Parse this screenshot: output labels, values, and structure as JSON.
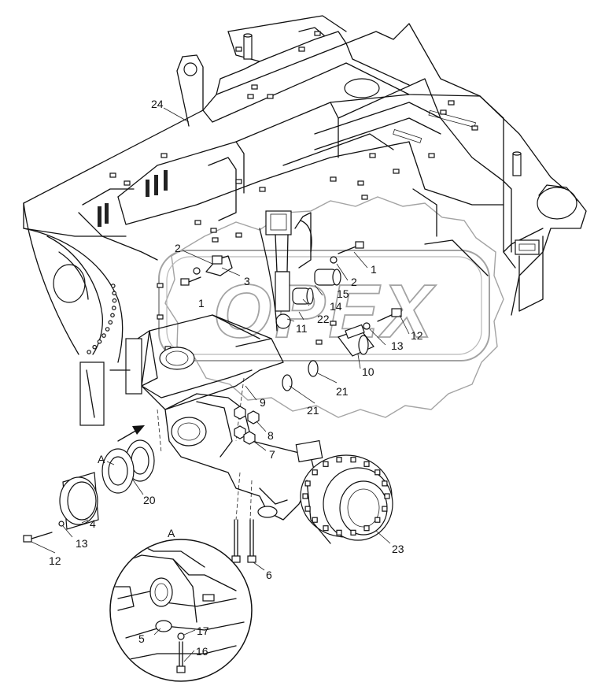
{
  "watermark": {
    "text": "OPEX"
  },
  "detail": {
    "label": "A"
  },
  "callouts": [
    {
      "id": "c24",
      "text": "24"
    },
    {
      "id": "c2a",
      "text": "2"
    },
    {
      "id": "c3",
      "text": "3"
    },
    {
      "id": "c1a",
      "text": "1"
    },
    {
      "id": "c1b",
      "text": "1"
    },
    {
      "id": "c2b",
      "text": "2"
    },
    {
      "id": "c15",
      "text": "15"
    },
    {
      "id": "c14",
      "text": "14"
    },
    {
      "id": "c22",
      "text": "22"
    },
    {
      "id": "c11",
      "text": "11"
    },
    {
      "id": "c12a",
      "text": "12"
    },
    {
      "id": "c13a",
      "text": "13"
    },
    {
      "id": "c10",
      "text": "10"
    },
    {
      "id": "c21a",
      "text": "21"
    },
    {
      "id": "c21b",
      "text": "21"
    },
    {
      "id": "c9",
      "text": "9"
    },
    {
      "id": "c8",
      "text": "8"
    },
    {
      "id": "c7",
      "text": "7"
    },
    {
      "id": "cA",
      "text": "A"
    },
    {
      "id": "c20",
      "text": "20"
    },
    {
      "id": "c4",
      "text": "4"
    },
    {
      "id": "c13b",
      "text": "13"
    },
    {
      "id": "c12b",
      "text": "12"
    },
    {
      "id": "c6",
      "text": "6"
    },
    {
      "id": "c23",
      "text": "23"
    },
    {
      "id": "cAd",
      "text": "A"
    },
    {
      "id": "c5",
      "text": "5"
    },
    {
      "id": "c17",
      "text": "17"
    },
    {
      "id": "c16",
      "text": "16"
    }
  ]
}
